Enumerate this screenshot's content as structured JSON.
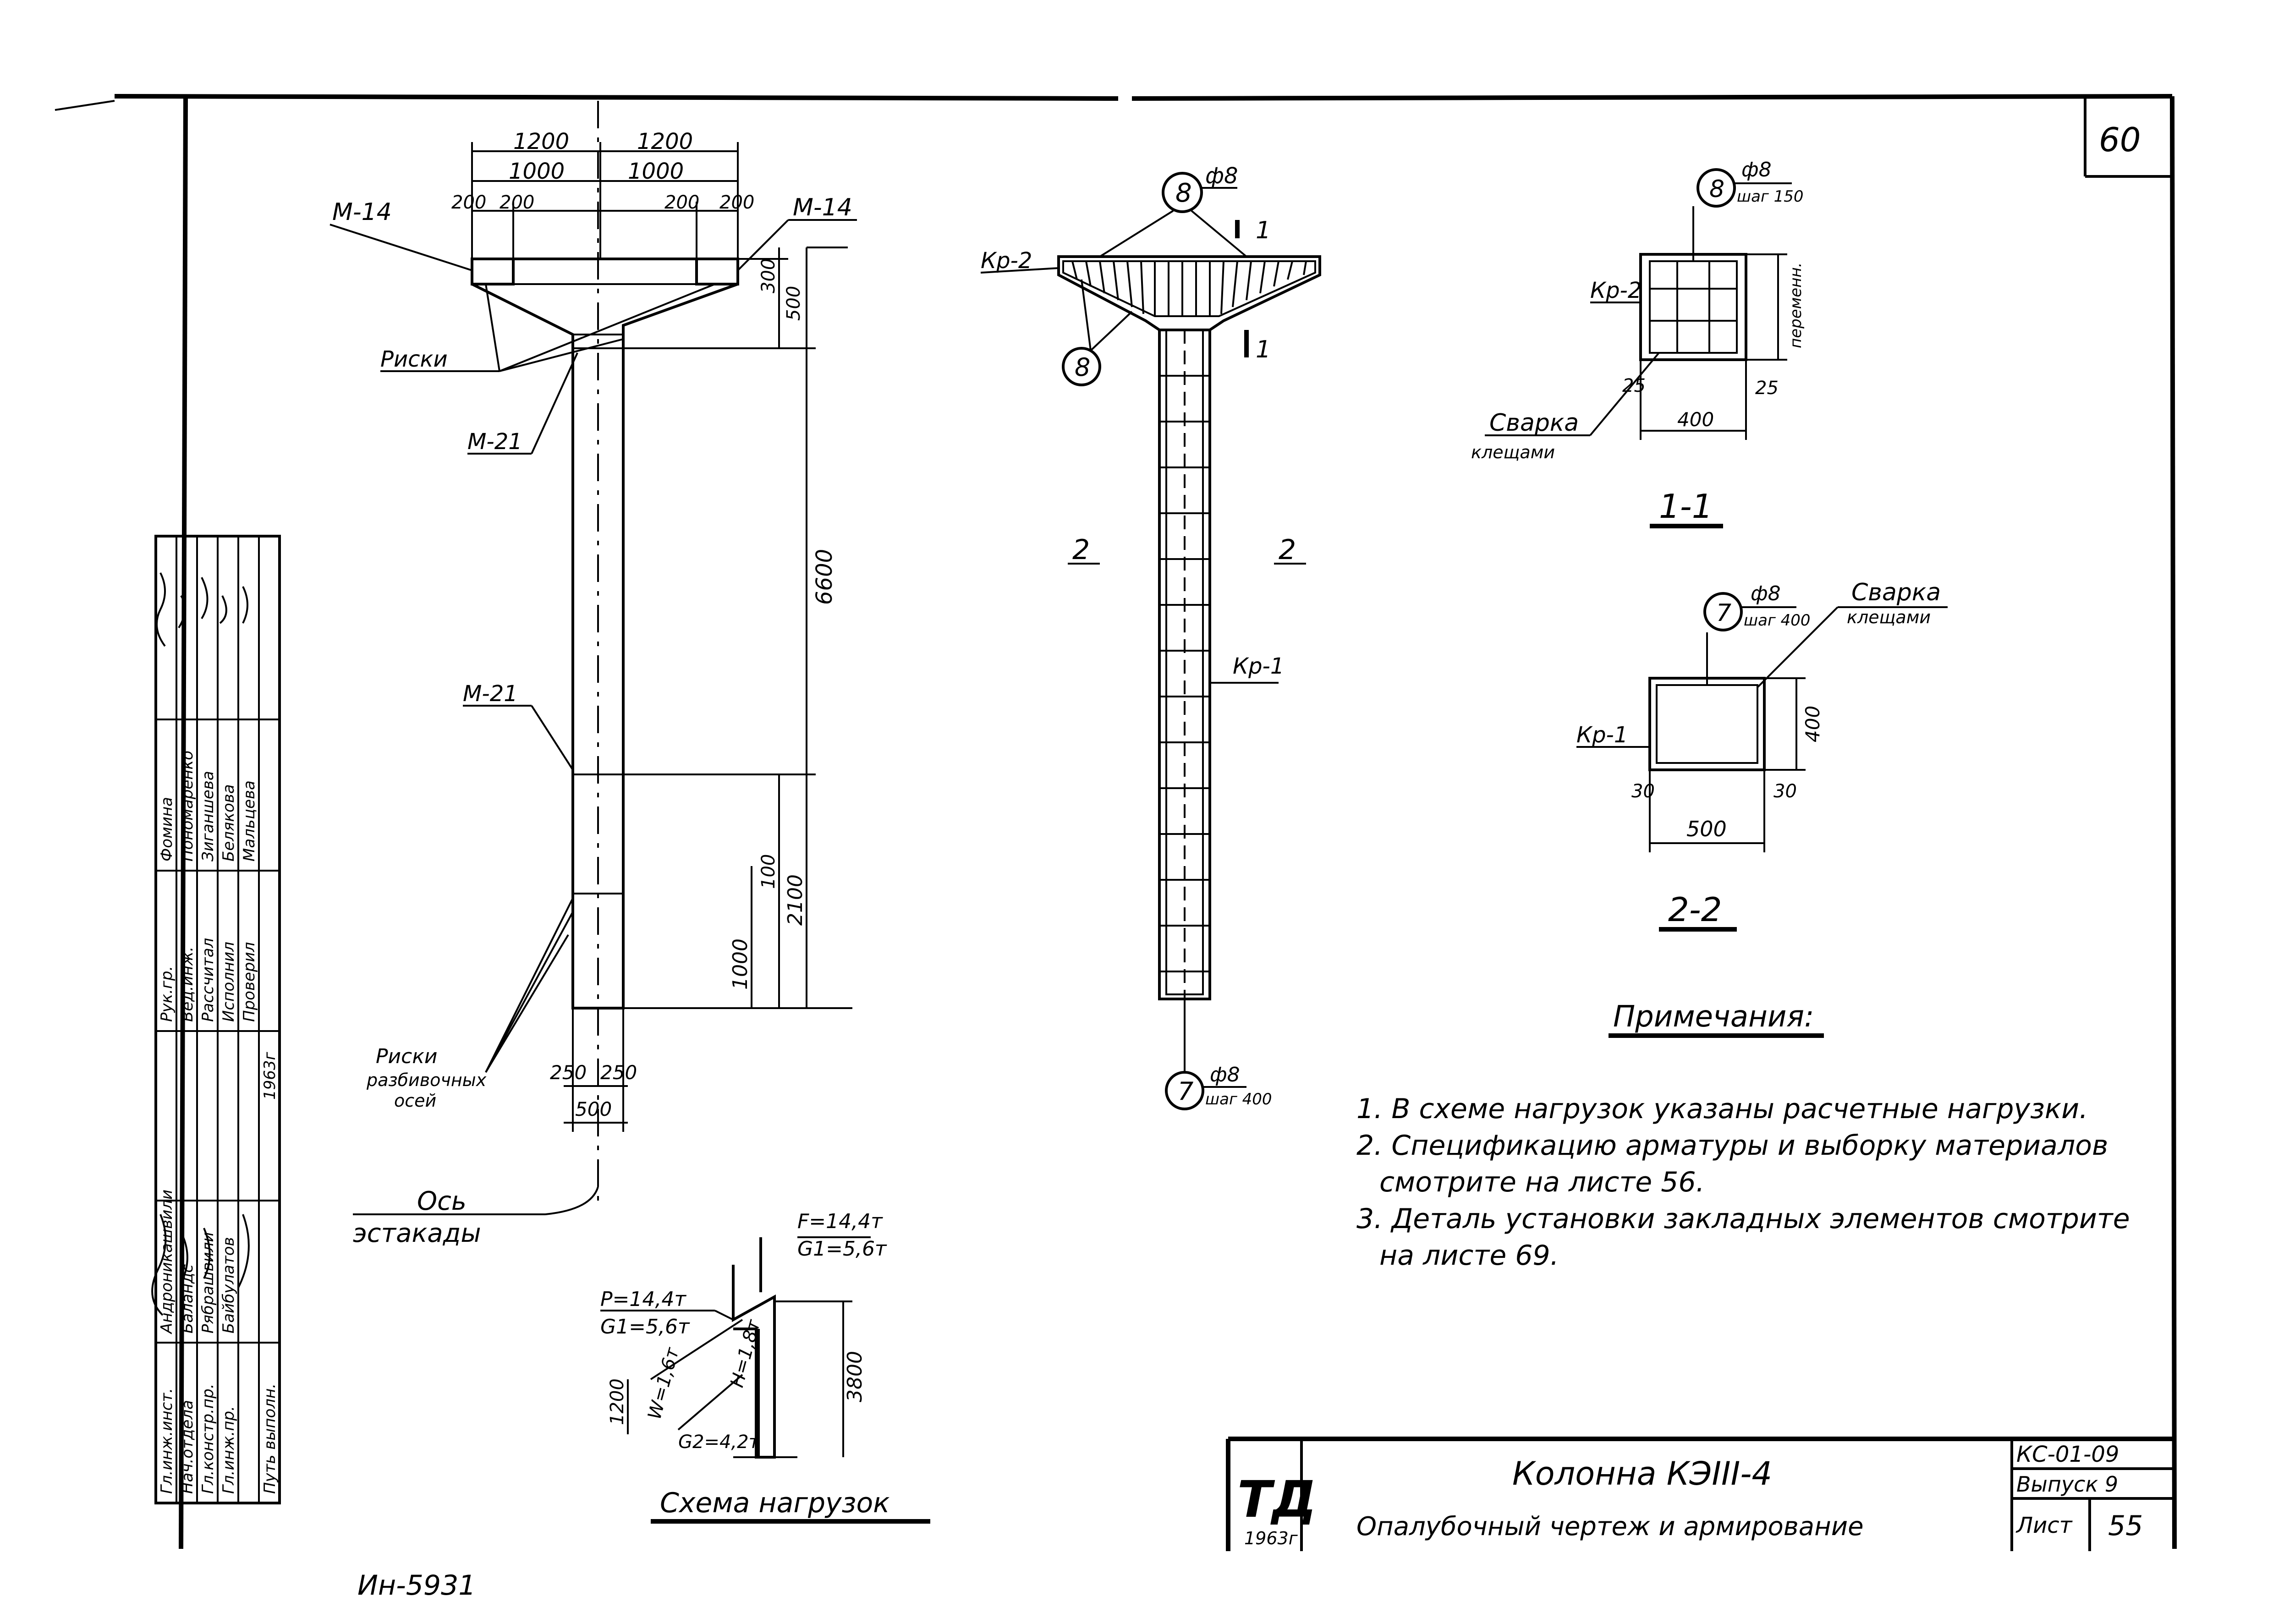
{
  "sheet": {
    "number": "60",
    "stamp": "ТД",
    "stamp_year": "1963г",
    "title": "Колонна КЭIII-4",
    "subtitle": "Опалубочный чертеж и армирование",
    "code": "КС-01-09",
    "issue": "Выпуск 9",
    "list_label": "Лист",
    "list_number": "55",
    "inventory": "Ин-5931"
  },
  "side_block": {
    "roles": [
      "Гл.инж.инст.",
      "Нач.отдела",
      "Гл.констр.пр.",
      "Гл.инж.пр.",
      "Рук.гр.",
      "Вед.инж.",
      "Рассчитал",
      "Исполнил",
      "Проверил"
    ],
    "names": [
      "Андроникашвили",
      "Баландс",
      "Рябрашвили",
      "Байбулатов",
      "Фомина",
      "Пономаренко",
      "Зиганшева",
      "Белякова",
      "Мальцева"
    ],
    "date": "1963г",
    "path_label": "Путь выполн."
  },
  "formwork_view": {
    "dims_top": [
      "1200",
      "1200"
    ],
    "dims_mid": [
      "1000",
      "1000"
    ],
    "dims_small": [
      "200",
      "200",
      "200",
      "200"
    ],
    "dims_right": [
      "300",
      "500",
      "6600",
      "1000",
      "2100",
      "100"
    ],
    "dims_bottom": [
      "250",
      "250",
      "500"
    ],
    "labels": {
      "m14_left": "М-14",
      "m14_right": "М-14",
      "riski": "Риски",
      "m21_top": "М-21",
      "m21_bottom": "М-21",
      "riski_axes_1": "Риски",
      "riski_axes_2": "разбивочных",
      "riski_axes_3": "осей",
      "axis_1": "Ось",
      "axis_2": "эстакады"
    }
  },
  "rebar_view": {
    "pos8": "8",
    "pos8_dia": "ф8",
    "pos7": "7",
    "pos7_dia": "ф8",
    "pos7_step": "шаг 400",
    "kr2": "Кр-2",
    "kr1": "Кр-1",
    "section_1": "1",
    "section_2": "2"
  },
  "section_1_1": {
    "pos": "8",
    "dia": "ф8",
    "step": "шаг 150",
    "kr": "Кр-2",
    "dims": [
      "25",
      "25",
      "400"
    ],
    "height_dim": "переменн.",
    "weld_1": "Сварка",
    "weld_2": "клещами",
    "caption": "1-1"
  },
  "section_2_2": {
    "pos": "7",
    "dia": "ф8",
    "step": "шаг 400",
    "weld_1": "Сварка",
    "weld_2": "клещами",
    "kr": "Кр-1",
    "dims": [
      "30",
      "30",
      "500",
      "400"
    ],
    "caption": "2-2"
  },
  "load_scheme": {
    "p_label": "Р=14,4т",
    "p_g": "G1=5,6т",
    "f_label": "F=14,4т",
    "f_g": "G1=5,6т",
    "w_label": "W=1,6т",
    "h_label": "Н=1,8т",
    "g2_label": "G2=4,2т",
    "dim_left": "1200",
    "dim_right": "3800",
    "caption": "Схема нагрузок"
  },
  "notes": {
    "heading": "Примечания:",
    "items": [
      "1. В схеме нагрузок указаны расчетные нагрузки.",
      "2. Спецификацию арматуры и выборку материалов",
      "смотрите на листе 56.",
      "3. Деталь установки закладных элементов смотрите",
      "на листе 69."
    ]
  }
}
